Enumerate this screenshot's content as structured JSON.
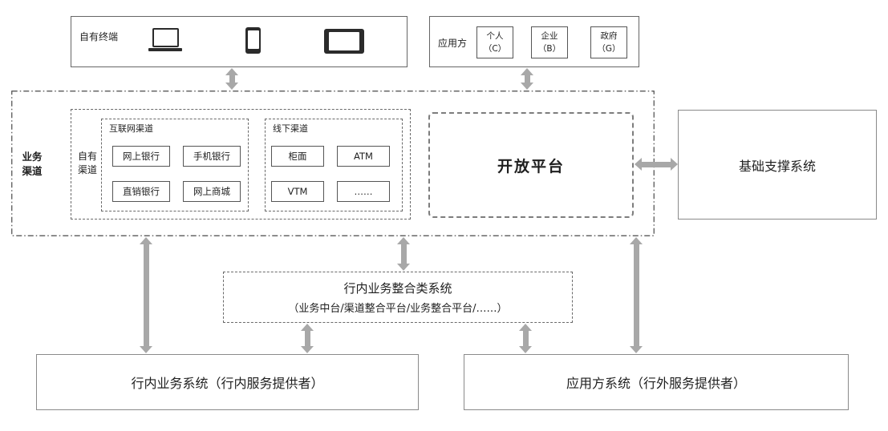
{
  "terminals": {
    "label": "自有终端",
    "icons": [
      "laptop-icon",
      "smartphone-icon",
      "tablet-icon"
    ]
  },
  "applicants": {
    "label": "应用方",
    "items": [
      {
        "line1": "个人",
        "line2": "（C）"
      },
      {
        "line1": "企业",
        "line2": "（B）"
      },
      {
        "line1": "政府",
        "line2": "（G）"
      }
    ]
  },
  "channels": {
    "label_lines": [
      "业务",
      "渠道"
    ],
    "own": {
      "label_lines": [
        "自有",
        "渠道"
      ],
      "internet": {
        "label": "互联网渠道",
        "items": [
          "网上银行",
          "手机银行",
          "直销银行",
          "网上商城"
        ]
      },
      "offline": {
        "label": "线下渠道",
        "items": [
          "柜面",
          "ATM",
          "VTM",
          "……"
        ]
      }
    },
    "open_platform": "开放平台"
  },
  "support_system": "基础支撑系统",
  "integration_system": {
    "line1": "行内业务整合类系统",
    "line2": "（业务中台/渠道整合平台/业务整合平台/……）"
  },
  "internal_system": "行内业务系统（行内服务提供者）",
  "external_system": "应用方系统（行外服务提供者）",
  "colors": {
    "arrow": "#a8a8a8",
    "border_dark": "#4a4a4a",
    "border_dashed": "#6a6a6a",
    "text": "#1f1f1f"
  }
}
